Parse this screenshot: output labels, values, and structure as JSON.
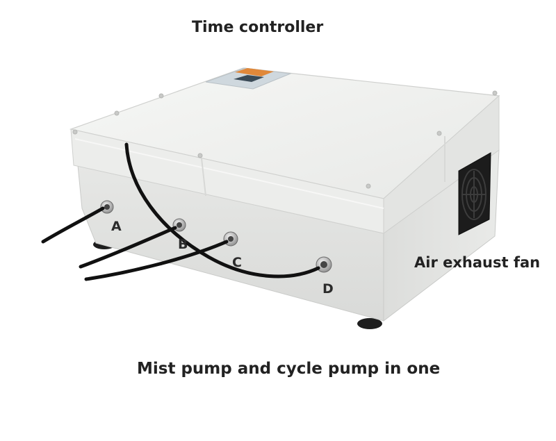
{
  "labels": {
    "time_controller": "Time controller",
    "exhaust_fan": "Air exhaust fan",
    "pump": "Mist pump and cycle pump in one"
  },
  "ports": {
    "a": "A",
    "b": "B",
    "c": "C",
    "d": "D"
  },
  "colors": {
    "enclosure": "#e4e5e3",
    "lid": "#eeefed",
    "hose": "#111111",
    "fan_grill": "#1c1c1c",
    "controller_badge": "#e0883a"
  }
}
